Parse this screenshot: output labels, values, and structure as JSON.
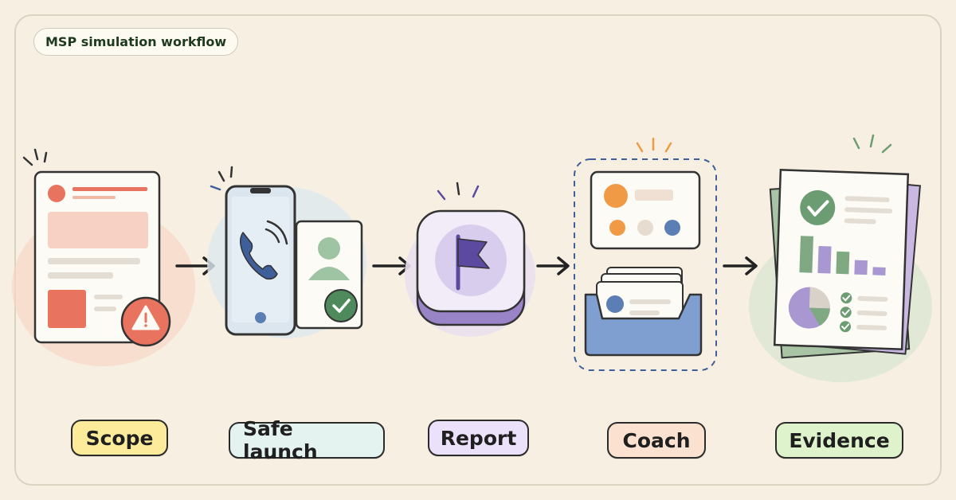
{
  "header": {
    "title": "MSP simulation workflow"
  },
  "steps": [
    {
      "label": "Scope",
      "color": "#fbeb9a"
    },
    {
      "label": "Safe launch",
      "color": "#e4f2f0"
    },
    {
      "label": "Report",
      "color": "#ece1fb"
    },
    {
      "label": "Coach",
      "color": "#fbe1cf"
    },
    {
      "label": "Evidence",
      "color": "#def3cc"
    }
  ],
  "colors": {
    "background": "#f7f0e2",
    "scope_accent": "#e8735f",
    "phone_accent": "#3f5f9b",
    "report_accent": "#5b4aa0",
    "coach_accent": "#f09a45",
    "evidence_accent": "#6c9c72"
  }
}
